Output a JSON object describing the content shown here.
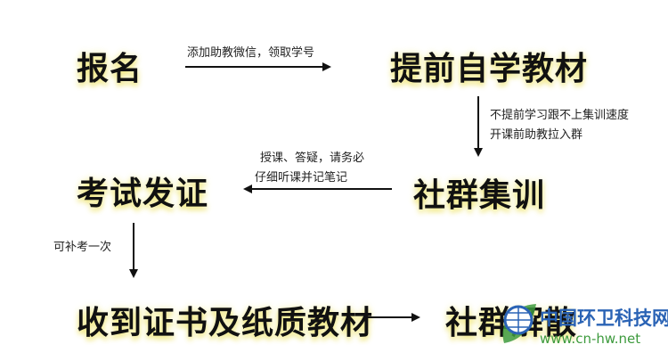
{
  "steps": {
    "register": "报名",
    "self_study": "提前自学教材",
    "group_training": "社群集训",
    "exam": "考试发证",
    "receive": "收到证书及纸质教材",
    "dissolve": "社群解散"
  },
  "notes": {
    "register_to_study": "添加助教微信，领取学号",
    "study_line1": "不提前学习跟不上集训速度",
    "study_line2": "开课前助教拉入群",
    "training_line1": "授课、答疑，请务必",
    "training_line2": "仔细听课并记笔记",
    "exam_retake": "可补考一次"
  },
  "watermark": {
    "title": "中国环卫科技网",
    "url": "www.cn-hw.net"
  }
}
